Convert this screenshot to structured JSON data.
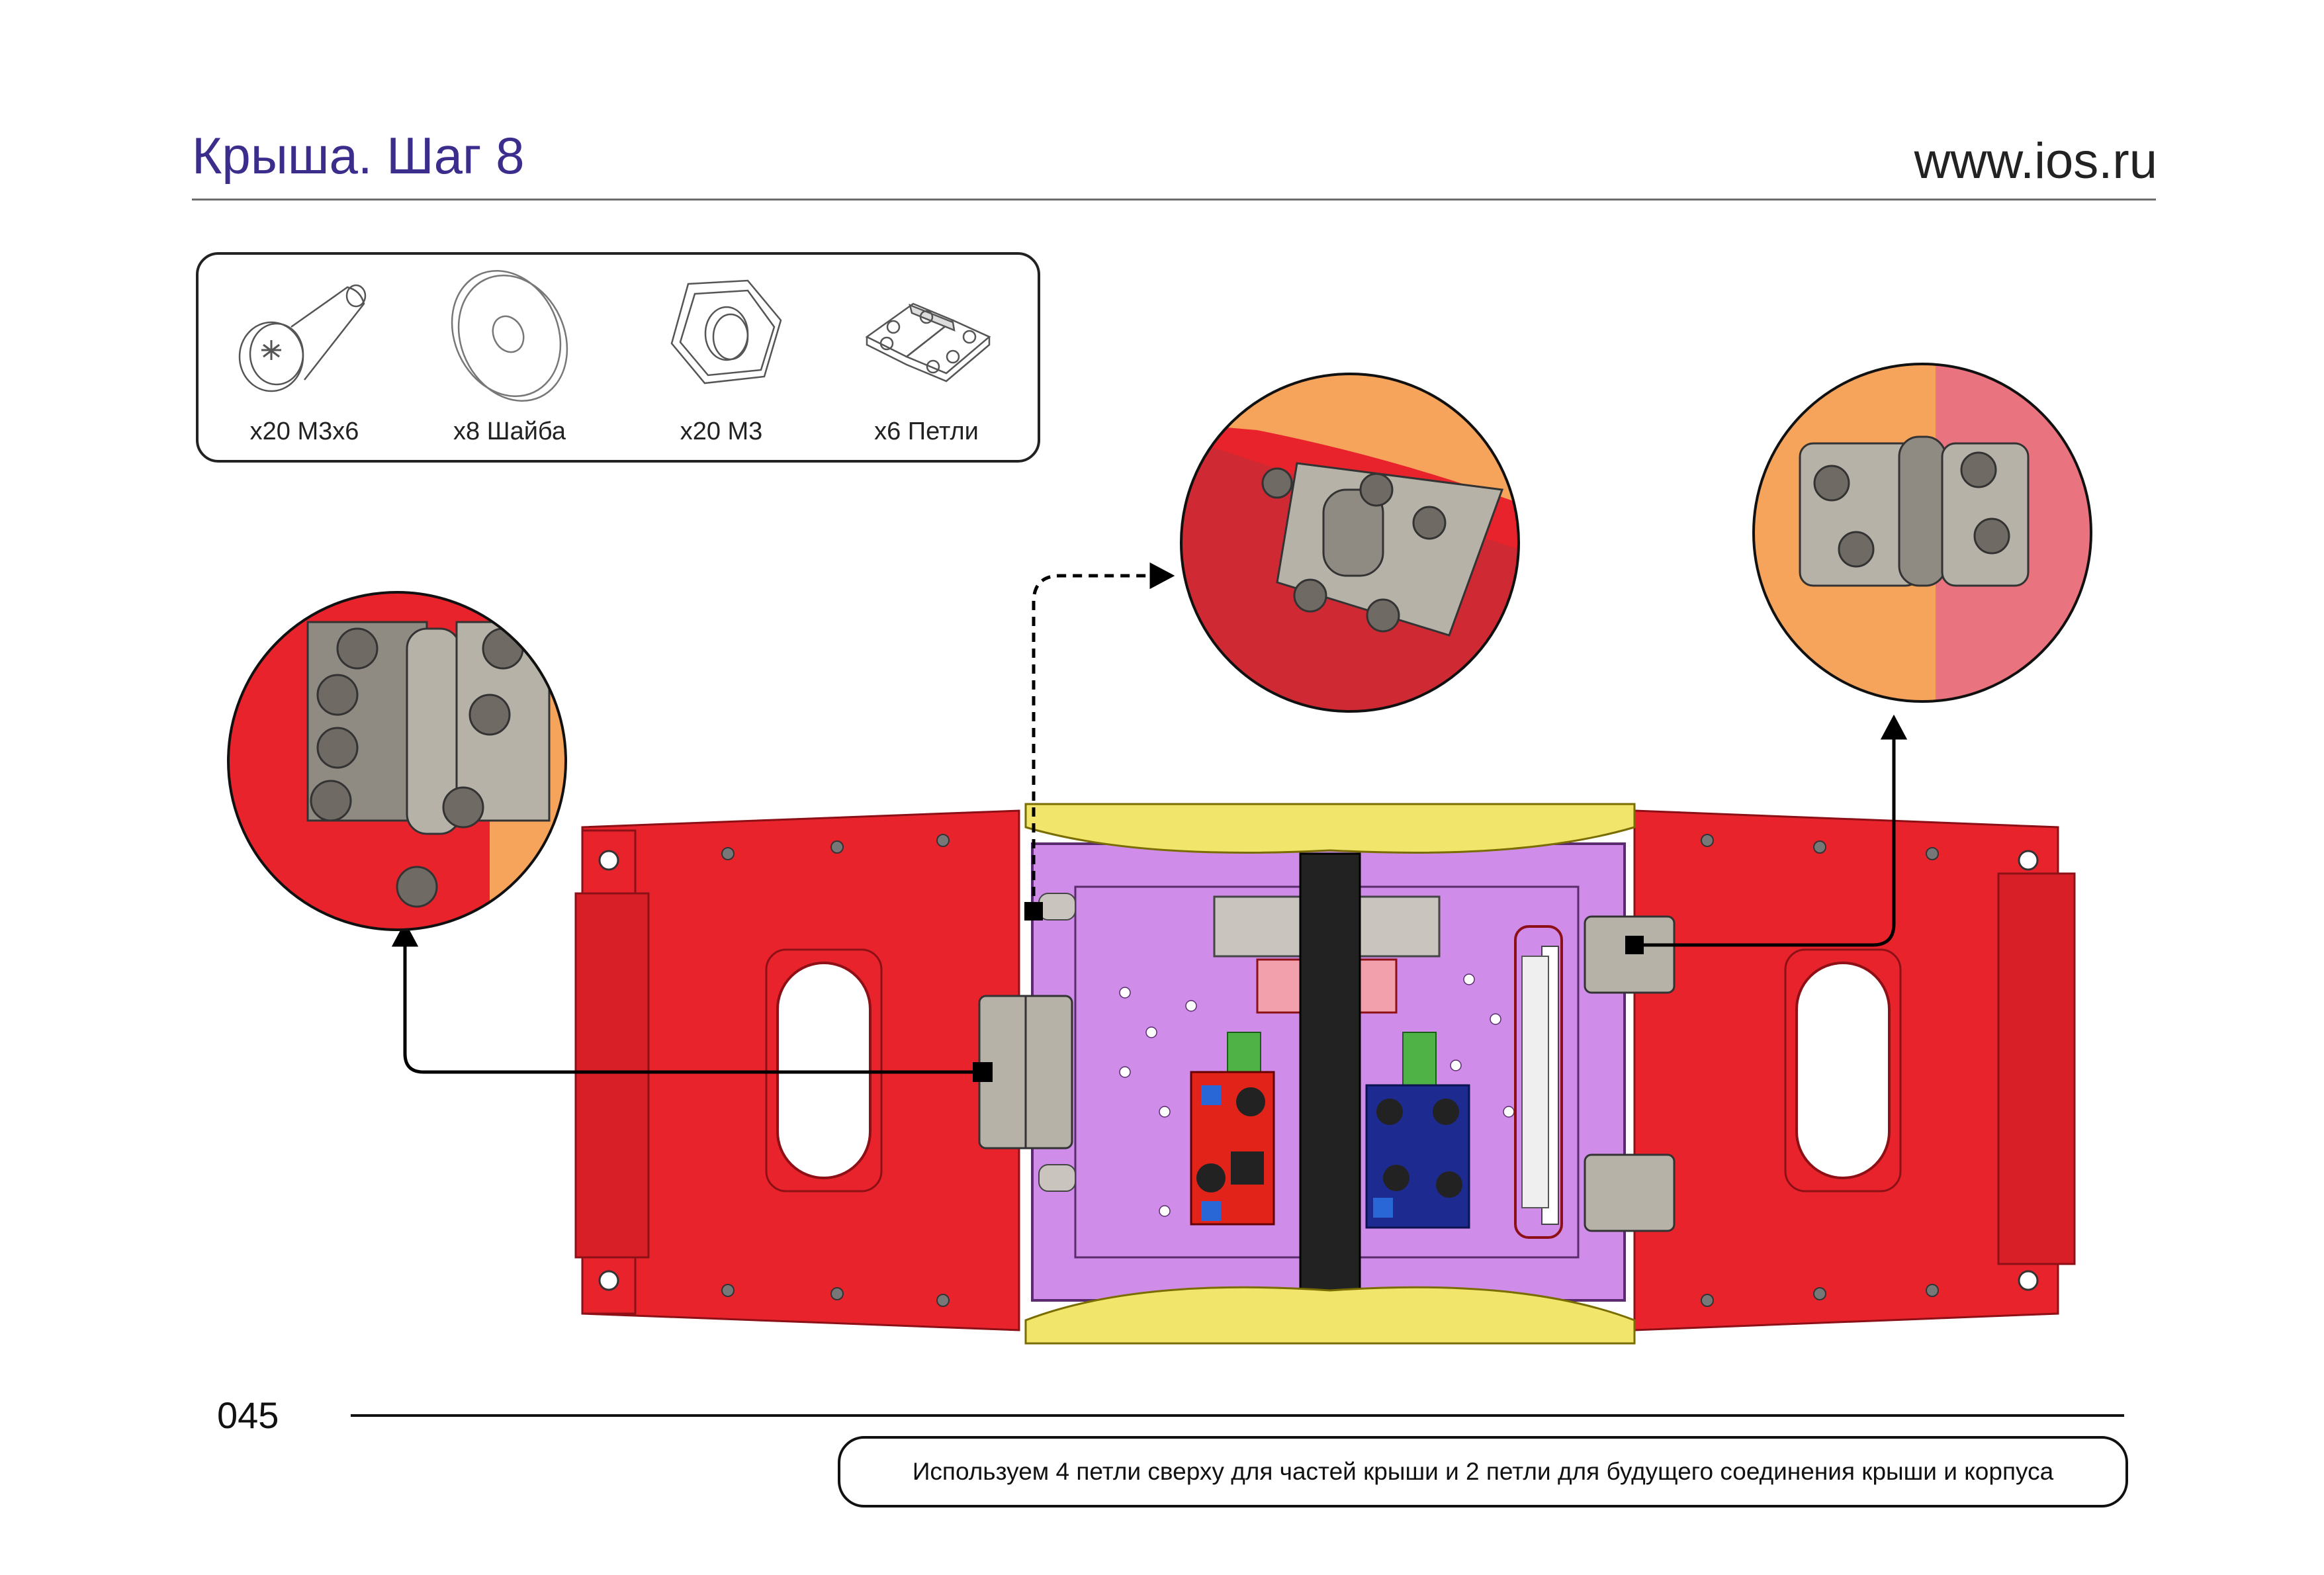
{
  "header": {
    "title": "Крыша. Шаг 8",
    "site": "www.ios.ru"
  },
  "parts": [
    {
      "icon": "screw-icon",
      "label": "x20 M3x6"
    },
    {
      "icon": "washer-icon",
      "label": "x8 Шайба"
    },
    {
      "icon": "nut-icon",
      "label": "x20 M3"
    },
    {
      "icon": "hinge-icon",
      "label": "x6 Петли"
    }
  ],
  "footer": {
    "page_number": "045",
    "note": "Используем 4 петли сверху для частей крыши и 2 петли для будущего соединения крыши и корпуса"
  },
  "colors": {
    "title": "#3a2d8c",
    "roof_red": "#e9232c",
    "panel_purple": "#cf8ce8",
    "bar_yellow": "#f1e56b",
    "hinge_grey": "#b7b2a8",
    "board_red": "#e2231a",
    "board_blue": "#1d2a8f",
    "pink_detail": "#f3a0ad",
    "orange_detail": "#f6a35c"
  }
}
